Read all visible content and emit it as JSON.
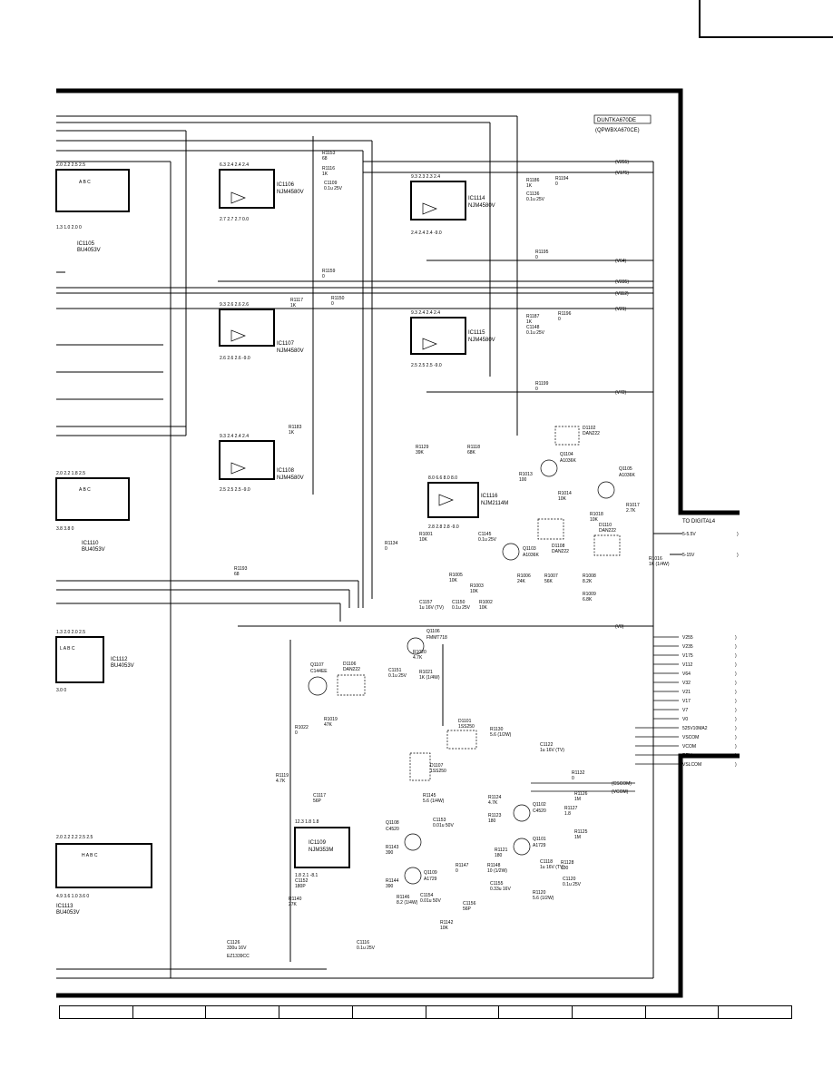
{
  "model": {
    "line1": "DUNTKA670DE",
    "line2": "(QPWBXA670CE)"
  },
  "chips": {
    "ic1105": {
      "ref": "IC1105",
      "part": "BU4053V"
    },
    "ic1106": {
      "ref": "IC1106",
      "part": "NJM4580V"
    },
    "ic1107": {
      "ref": "IC1107",
      "part": "NJM4580V"
    },
    "ic1108": {
      "ref": "IC1108",
      "part": "NJM4580V"
    },
    "ic1110": {
      "ref": "IC1110",
      "part": "BU4053V"
    },
    "ic1112": {
      "ref": "IC1112",
      "part": "BU4053V"
    },
    "ic1113": {
      "ref": "IC1113",
      "part": "BU4053V"
    },
    "ic1114": {
      "ref": "IC1114",
      "part": "NJM4580V"
    },
    "ic1115": {
      "ref": "IC1115",
      "part": "NJM4580V"
    },
    "ic1116": {
      "ref": "IC1116",
      "part": "NJM2114M"
    },
    "ic1109": {
      "ref": "IC1109",
      "part": "NJM353M"
    }
  },
  "transistors": {
    "q1104": {
      "ref": "Q1104",
      "part": "A1036K"
    },
    "q1105": {
      "ref": "Q1105",
      "part": "A1036K"
    },
    "q1103": {
      "ref": "Q1103",
      "part": "A1036K"
    },
    "q1106": {
      "ref": "Q1106",
      "part": "FMMT718"
    },
    "q1107": {
      "ref": "Q1107",
      "part": "C144EE"
    },
    "q1102": {
      "ref": "Q1102",
      "part": "C4520"
    },
    "q1108": {
      "ref": "Q1108",
      "part": "C4520"
    },
    "q1101": {
      "ref": "Q1101",
      "part": "A1729"
    },
    "q1109": {
      "ref": "Q1109",
      "part": "A1729"
    }
  },
  "diodes": {
    "d1102": {
      "ref": "D1102",
      "part": "DAN222"
    },
    "d1110": {
      "ref": "D1110",
      "part": "DAN222"
    },
    "d1108": {
      "ref": "D1108",
      "part": "DAN222"
    },
    "d1106": {
      "ref": "D1106",
      "part": "DAN222"
    },
    "d1101": {
      "ref": "D1101",
      "part": "1SS250"
    },
    "d1107": {
      "ref": "D1107",
      "part": "1SS250"
    }
  },
  "buses": [
    "(V255)",
    "(V175)",
    "(V64)",
    "(V235)",
    "(V112)",
    "(V21)",
    "(V72)",
    "(V0)"
  ],
  "to_digital": "TO DIGITAL4",
  "connector_pins": [
    "5-5.5V",
    "5-15V",
    "V255",
    "V235",
    "V175",
    "V112",
    "V64",
    "V32",
    "V21",
    "V17",
    "V7",
    "V0",
    "525V10MA2",
    "VSCOM",
    "VCOM",
    "REV",
    "VSLCOM"
  ],
  "com_labels": [
    "(CSCOM)",
    "(VCOM)"
  ],
  "components": [
    {
      "ref": "R1153",
      "val": "68"
    },
    {
      "ref": "R1116",
      "val": "1K"
    },
    {
      "ref": "C1109",
      "val": "0.1u 25V"
    },
    {
      "ref": "R1186",
      "val": "1K"
    },
    {
      "ref": "C1136",
      "val": "0.1u 25V"
    },
    {
      "ref": "R1194",
      "val": "0"
    },
    {
      "ref": "R1195",
      "val": "0"
    },
    {
      "ref": "R1159",
      "val": "0"
    },
    {
      "ref": "R1150",
      "val": "0"
    },
    {
      "ref": "R1117",
      "val": "1K"
    },
    {
      "ref": "R1187",
      "val": "1K"
    },
    {
      "ref": "C1148",
      "val": "0.1u 25V"
    },
    {
      "ref": "R1196",
      "val": "0"
    },
    {
      "ref": "R1199",
      "val": "0"
    },
    {
      "ref": "R1183",
      "val": "1K"
    },
    {
      "ref": "R1129",
      "val": "39K"
    },
    {
      "ref": "R1118",
      "val": "68K"
    },
    {
      "ref": "R1013",
      "val": "100"
    },
    {
      "ref": "R1014",
      "val": "10K"
    },
    {
      "ref": "R1017",
      "val": "2.7K"
    },
    {
      "ref": "R1018",
      "val": "10K"
    },
    {
      "ref": "R1016",
      "val": "1K (1/4W)"
    },
    {
      "ref": "R1001",
      "val": "10K"
    },
    {
      "ref": "C1145",
      "val": "0.1u 25V"
    },
    {
      "ref": "R1005",
      "val": "10K"
    },
    {
      "ref": "R1003",
      "val": "10K"
    },
    {
      "ref": "R1006",
      "val": "24K"
    },
    {
      "ref": "R1007",
      "val": "56K"
    },
    {
      "ref": "R1008",
      "val": "8.2K"
    },
    {
      "ref": "R1009",
      "val": "6.8K"
    },
    {
      "ref": "R1002",
      "val": "10K"
    },
    {
      "ref": "C1157",
      "val": "1u 16V (TV)"
    },
    {
      "ref": "C1150",
      "val": "0.1u 25V"
    },
    {
      "ref": "R1193",
      "val": "68"
    },
    {
      "ref": "R1134",
      "val": "0"
    },
    {
      "ref": "R1020",
      "val": "4.7K"
    },
    {
      "ref": "R1021",
      "val": "1K (1/4W)"
    },
    {
      "ref": "C1151",
      "val": "0.1u 25V"
    },
    {
      "ref": "R1019",
      "val": "47K"
    },
    {
      "ref": "R1022",
      "val": "0"
    },
    {
      "ref": "R1130",
      "val": "5.6 (1/2W)"
    },
    {
      "ref": "C1122",
      "val": "1u 16V (TV)"
    },
    {
      "ref": "R1119",
      "val": "4.7K"
    },
    {
      "ref": "C1117",
      "val": "56P"
    },
    {
      "ref": "R1145",
      "val": "5.6 (1/4W)"
    },
    {
      "ref": "C1153",
      "val": "0.01u 50V"
    },
    {
      "ref": "R1124",
      "val": "4.7K"
    },
    {
      "ref": "R1123",
      "val": "180"
    },
    {
      "ref": "R1132",
      "val": "0"
    },
    {
      "ref": "R1126",
      "val": "1M"
    },
    {
      "ref": "R1127",
      "val": "1.8"
    },
    {
      "ref": "R1125",
      "val": "1M"
    },
    {
      "ref": "R1143",
      "val": "390"
    },
    {
      "ref": "R1121",
      "val": "180"
    },
    {
      "ref": "R1147",
      "val": "0"
    },
    {
      "ref": "R1148",
      "val": "10 (1/2W)"
    },
    {
      "ref": "C1118",
      "val": "1u 16V (TV)"
    },
    {
      "ref": "R1128",
      "val": "100"
    },
    {
      "ref": "C1120",
      "val": "0.1u 25V"
    },
    {
      "ref": "R1144",
      "val": "390"
    },
    {
      "ref": "R1146",
      "val": "8.2 (1/4W)"
    },
    {
      "ref": "C1155",
      "val": "0.33u 16V"
    },
    {
      "ref": "C1154",
      "val": "0.01u 50V"
    },
    {
      "ref": "C1156",
      "val": "56P"
    },
    {
      "ref": "R1120",
      "val": "5.6 (1/2W)"
    },
    {
      "ref": "C1152",
      "val": "180P"
    },
    {
      "ref": "R1142",
      "val": "10K"
    },
    {
      "ref": "R1140",
      "val": "27K"
    },
    {
      "ref": "C1116",
      "val": "0.1u 25V"
    },
    {
      "ref": "C1126",
      "val": "330u 16V"
    },
    {
      "ref": "C1126_part",
      "val": "EZ1339CC"
    }
  ]
}
